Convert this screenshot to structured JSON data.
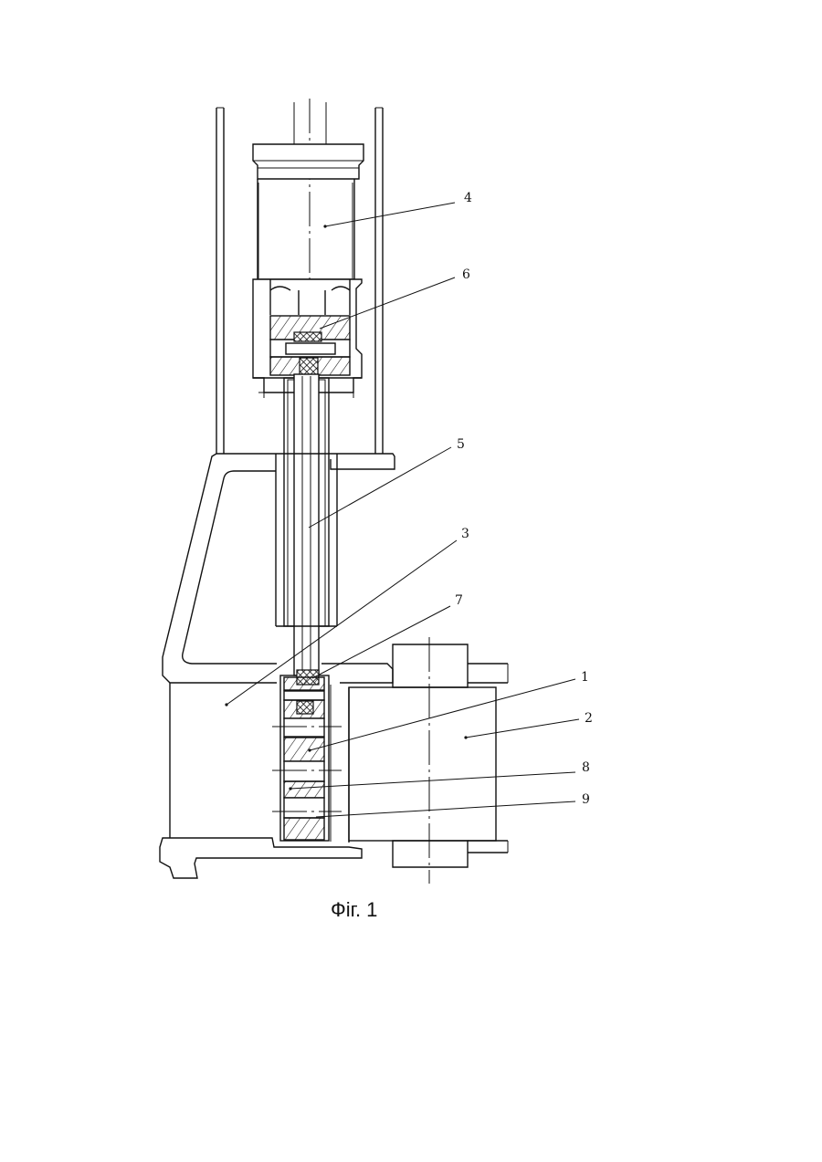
{
  "figure": {
    "caption": "Фіг. 1",
    "callouts": [
      {
        "id": "4",
        "label": "4"
      },
      {
        "id": "6",
        "label": "6"
      },
      {
        "id": "5",
        "label": "5"
      },
      {
        "id": "3",
        "label": "3"
      },
      {
        "id": "7",
        "label": "7"
      },
      {
        "id": "1",
        "label": "1"
      },
      {
        "id": "2",
        "label": "2"
      },
      {
        "id": "8",
        "label": "8"
      },
      {
        "id": "9",
        "label": "9"
      }
    ]
  }
}
